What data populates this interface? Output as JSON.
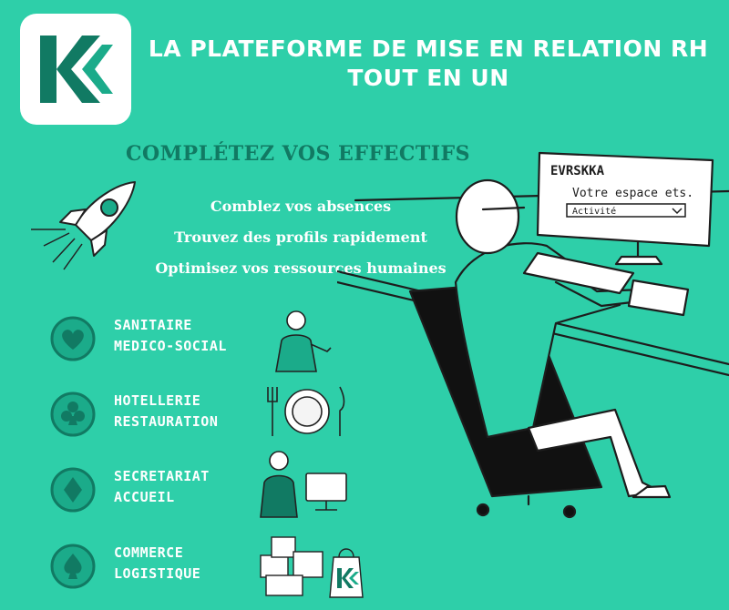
{
  "header": {
    "logo_icon": "kk-double-chevron-logo",
    "title_line1": "LA PLATEFORME DE MISE EN RELATION RH",
    "title_line2": "TOUT EN UN"
  },
  "subheading": "COMPLÉTEZ VOS EFFECTIFS",
  "benefits": [
    "Comblez vos absences",
    "Trouvez des profils rapidement",
    "Optimisez vos ressources humaines"
  ],
  "sectors": [
    {
      "icon": "heart-icon",
      "line1": "SANITAIRE",
      "line2": "MEDICO-SOCIAL"
    },
    {
      "icon": "club-icon",
      "line1": "HOTELLERIE",
      "line2": "RESTAURATION"
    },
    {
      "icon": "diamond-icon",
      "line1": "SECRETARIAT",
      "line2": "ACCUEIL"
    },
    {
      "icon": "spade-icon",
      "line1": "COMMERCE",
      "line2": "LOGISTIQUE"
    }
  ],
  "screen": {
    "brand": "EVRSKKA",
    "greeting": "Votre espace ets.",
    "dropdown": "Activité"
  },
  "colors": {
    "background": "#2ecfa9",
    "brand_dark": "#117a63",
    "brand_green": "#1bab8a",
    "text_light": "#ffffff"
  }
}
